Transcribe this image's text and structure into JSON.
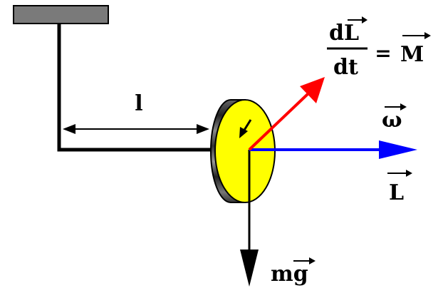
{
  "labels": {
    "length": "l",
    "torque_numerator": "dL",
    "torque_denominator": "dt",
    "torque_equals": "=",
    "torque_symbol": "M",
    "angular_velocity": "ω",
    "angular_momentum": "L",
    "weight": "mg"
  },
  "colors": {
    "support": "#7a7a7a",
    "rod": "#000000",
    "wheel_face": "#ffff00",
    "torque_arrow": "#ff0000",
    "omega_arrow": "#0000ff",
    "weight_arrow": "#000000"
  }
}
